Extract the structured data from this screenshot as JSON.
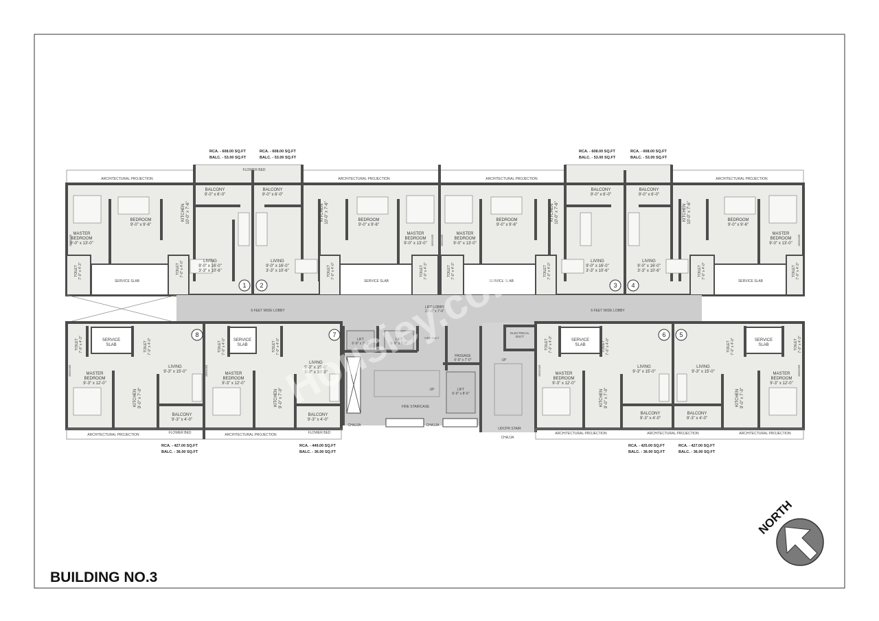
{
  "title": "BUILDING NO.3",
  "north_label": "NORTH",
  "watermark": "Housiey.com",
  "lobby": {
    "left": "6 FEET WIDE LOBBY",
    "right": "6 FEET WIDE LOBBY",
    "lift_lobby": [
      "LIFT LOBBY",
      "26'-6\" x 7'-0\""
    ]
  },
  "top_flower_bed": "FLOWER BED",
  "top_units": [
    {
      "number": "1",
      "rca": "RCA.  - 608.00 SQ.FT",
      "balc": "BALC. -  53.00 SQ.FT",
      "arch_projection": "ARCHITECTURAL PROJECTION",
      "master_bedroom": [
        "MASTER",
        "BEDROOM",
        "9'-0\" x 13'-0\""
      ],
      "bedroom": [
        "BEDROOM",
        "9'-0\" x 9'-6\""
      ],
      "kitchen": [
        "KITCHEN",
        "10'-0\" x 7'-6\""
      ],
      "balcony": [
        "BALCONY",
        "9'-0\" x 6'-0\""
      ],
      "living": [
        "LIVING",
        "9'-0\" x 16'-0\"",
        "3'-3\" x 10'-6\""
      ],
      "toilet_a": [
        "TOILET",
        "7'-0\" x 4'-3\""
      ],
      "toilet_b": [
        "TOILET",
        "7'-0\" x 4'-0\""
      ],
      "service_slab": "SERVICE SLAB",
      "dresser": "DRESSER"
    },
    {
      "number": "2",
      "rca": "RCA.  - 608.00 SQ.FT",
      "balc": "BALC. -  53.00 SQ.FT",
      "arch_projection": "ARCHITECTURAL PROJECTION",
      "master_bedroom": [
        "MASTER",
        "BEDROOM",
        "9'-0\" x 13'-0\""
      ],
      "bedroom": [
        "BEDROOM",
        "9'-0\" x 9'-6\""
      ],
      "kitchen": [
        "KITCHEN",
        "10'-0\" x 7'-6\""
      ],
      "balcony": [
        "BALCONY",
        "9'-0\" x 6'-0\""
      ],
      "living": [
        "LIVING",
        "9'-0\" x 16'-0\"",
        "3'-3\" x 10'-6\""
      ],
      "toilet_a": [
        "TOILET",
        "7'-0\" x 4'-0\""
      ],
      "toilet_b": [
        "TOILET",
        "7'-0\" x 4'-3\""
      ],
      "service_slab": "SERVICE SLAB",
      "dresser": "DRESSER"
    },
    {
      "number": "3",
      "rca": "RCA.  - 608.00 SQ.FT",
      "balc": "BALC. -  53.00 SQ.FT",
      "arch_projection": "ARCHITECTURAL PROJECTION",
      "master_bedroom": [
        "MASTER",
        "BEDROOM",
        "9'-0\" x 13'-0\""
      ],
      "bedroom": [
        "BEDROOM",
        "9'-0\" x 9'-6\""
      ],
      "kitchen": [
        "KITCHEN",
        "10'-0\" x 7'-6\""
      ],
      "balcony": [
        "BALCONY",
        "9'-0\" x 6'-0\""
      ],
      "living": [
        "LIVING",
        "9'-0\" x 16'-0\"",
        "3'-3\" x 10'-6\""
      ],
      "toilet_a": [
        "TOILET",
        "7'-0\" x 4'-3\""
      ],
      "toilet_b": [
        "TOILET",
        "7'-0\" x 4'-0\""
      ],
      "service_slab": "SERVICE SLAB",
      "dresser": "DRESSER"
    },
    {
      "number": "4",
      "rca": "RCA.  - 608.00 SQ.FT",
      "balc": "BALC. -  53.00 SQ.FT",
      "arch_projection": "ARCHITECTURAL PROJECTION",
      "master_bedroom": [
        "MASTER",
        "BEDROOM",
        "9'-0\" x 13'-0\""
      ],
      "bedroom": [
        "BEDROOM",
        "9'-0\" x 9'-6\""
      ],
      "kitchen": [
        "KITCHEN",
        "10'-0\" x 7'-6\""
      ],
      "balcony": [
        "BALCONY",
        "9'-0\" x 6'-0\""
      ],
      "living": [
        "LIVING",
        "9'-0\" x 16'-0\"",
        "3'-3\" x 10'-6\""
      ],
      "toilet_a": [
        "TOILET",
        "7'-0\" x 4'-0\""
      ],
      "toilet_b": [
        "TOILET",
        "7'-0\" x 4'-3\""
      ],
      "service_slab": "SERVICE SLAB",
      "dresser": "DRESSER"
    }
  ],
  "bottom_units": [
    {
      "number": "8",
      "rca": "RCA.  - 427.00 SQ.FT",
      "balc": "BALC. -  36.00 SQ.FT",
      "arch_projection": "ARCHITECTURAL PROJECTION",
      "flower_bed": "FLOWER BED",
      "master_bedroom": [
        "MASTER",
        "BEDROOM",
        "9'-3\" x 12'-0\""
      ],
      "kitchen": [
        "KITCHEN",
        "9'-0\" x 7'-0\""
      ],
      "balcony": [
        "BALCONY",
        "9'-3\" x 4'-0\""
      ],
      "living": [
        "LIVING",
        "9'-3\" x 15'-0\""
      ],
      "toilet_a": [
        "TOILET",
        "7'-0\" x 4'-3\""
      ],
      "toilet_b": [
        "TOILET",
        "7'-0\" x 4'-0\""
      ],
      "service_slab": [
        "SERVICE",
        "SLAB"
      ],
      "dresser": "DRESSER"
    },
    {
      "number": "7",
      "rca": "RCA.  - 449.00 SQ.FT",
      "balc": "BALC. -  36.00 SQ.FT",
      "arch_projection": "ARCHITECTURAL PROJECTION",
      "flower_bed": "FLOWER BED",
      "master_bedroom": [
        "MASTER",
        "BEDROOM",
        "9'-3\" x 12'-0\""
      ],
      "kitchen": [
        "KITCHEN",
        "9'-0\" x 7'-0\""
      ],
      "balcony": [
        "BALCONY",
        "9'-3\" x 4'-0\""
      ],
      "living": [
        "LIVING",
        "9'-3\" x 15'-0\"",
        "3'-0\" x 10'-3\""
      ],
      "toilet_a": [
        "TOILET",
        "7'-0\" x 4'-0\""
      ],
      "toilet_b": [
        "TOILET",
        "7'-0\" x 4'-0\""
      ],
      "service_slab": [
        "SERVICE",
        "SLAB"
      ],
      "dresser": "DRESSER"
    },
    {
      "number": "6",
      "rca": "RCA.  - 425.00 SQ.FT",
      "balc": "BALC. -  36.00 SQ.FT",
      "arch_projection": "ARCHITECTURAL PROJECTION",
      "master_bedroom": [
        "MASTER",
        "BEDROOM",
        "9'-3\" x 12'-0\""
      ],
      "kitchen": [
        "KITCHEN",
        "9'-0\" x 7'-0\""
      ],
      "balcony": [
        "BALCONY",
        "9'-3\" x 4'-0\""
      ],
      "living": [
        "LIVING",
        "9'-3\" x 15'-0\""
      ],
      "toilet_a": [
        "TOILET",
        "7'-0\" x 4'-3\""
      ],
      "toilet_b": [
        "TOILET",
        "7'-0\" x 4'-0\""
      ],
      "service_slab": [
        "SERVICE",
        "SLAB"
      ],
      "dresser": "DRESSER"
    },
    {
      "number": "5",
      "rca": "RCA.  - 427.00 SQ.FT",
      "balc": "BALC. -  36.00 SQ.FT",
      "arch_projection": "ARCHITECTURAL PROJECTION",
      "arch_projection_2": "ARCHITECTURAL PROJECTION",
      "master_bedroom": [
        "MASTER",
        "BEDROOM",
        "9'-3\" x 12'-0\""
      ],
      "kitchen": [
        "KITCHEN",
        "9'-0\" x 7'-0\""
      ],
      "balcony": [
        "BALCONY",
        "9'-3\" x 4'-0\""
      ],
      "living": [
        "LIVING",
        "9'-3\" x 15'-0\""
      ],
      "toilet_a": [
        "TOILET",
        "7'-0\" x 4'-0\""
      ],
      "toilet_b": [
        "TOILET",
        "7'-0\" x 4'-3\""
      ],
      "service_slab": [
        "SERVICE",
        "SLAB"
      ],
      "dresser": "DRESSER"
    }
  ],
  "core": {
    "lift_1": [
      "LIFT",
      "6'-9\" x 7'-3\""
    ],
    "lift_2": [
      "LIFT",
      "6'-9\" x 7'-3\""
    ],
    "lift_3": [
      "LIFT",
      "6'-9\" x 8'-6\""
    ],
    "fire_duct": "FIRE DUCT",
    "passage": [
      "PASSAGE",
      "6'-9\" x 7'-0\""
    ],
    "fire_staircase": "FIRE STAIRCASE",
    "up_1": "UP",
    "up_2": "UP",
    "electrical_duct": [
      "ELECTRICAL",
      "DUCT"
    ],
    "udcpr_stair": "UDCPR STAIR",
    "chajja": [
      "CHAJJA",
      "CHAJJA",
      "CHAJJA"
    ]
  },
  "colors": {
    "wall": "#4d4d4d",
    "floor": "#ebebe7",
    "lobby": "#cdcdcd"
  }
}
